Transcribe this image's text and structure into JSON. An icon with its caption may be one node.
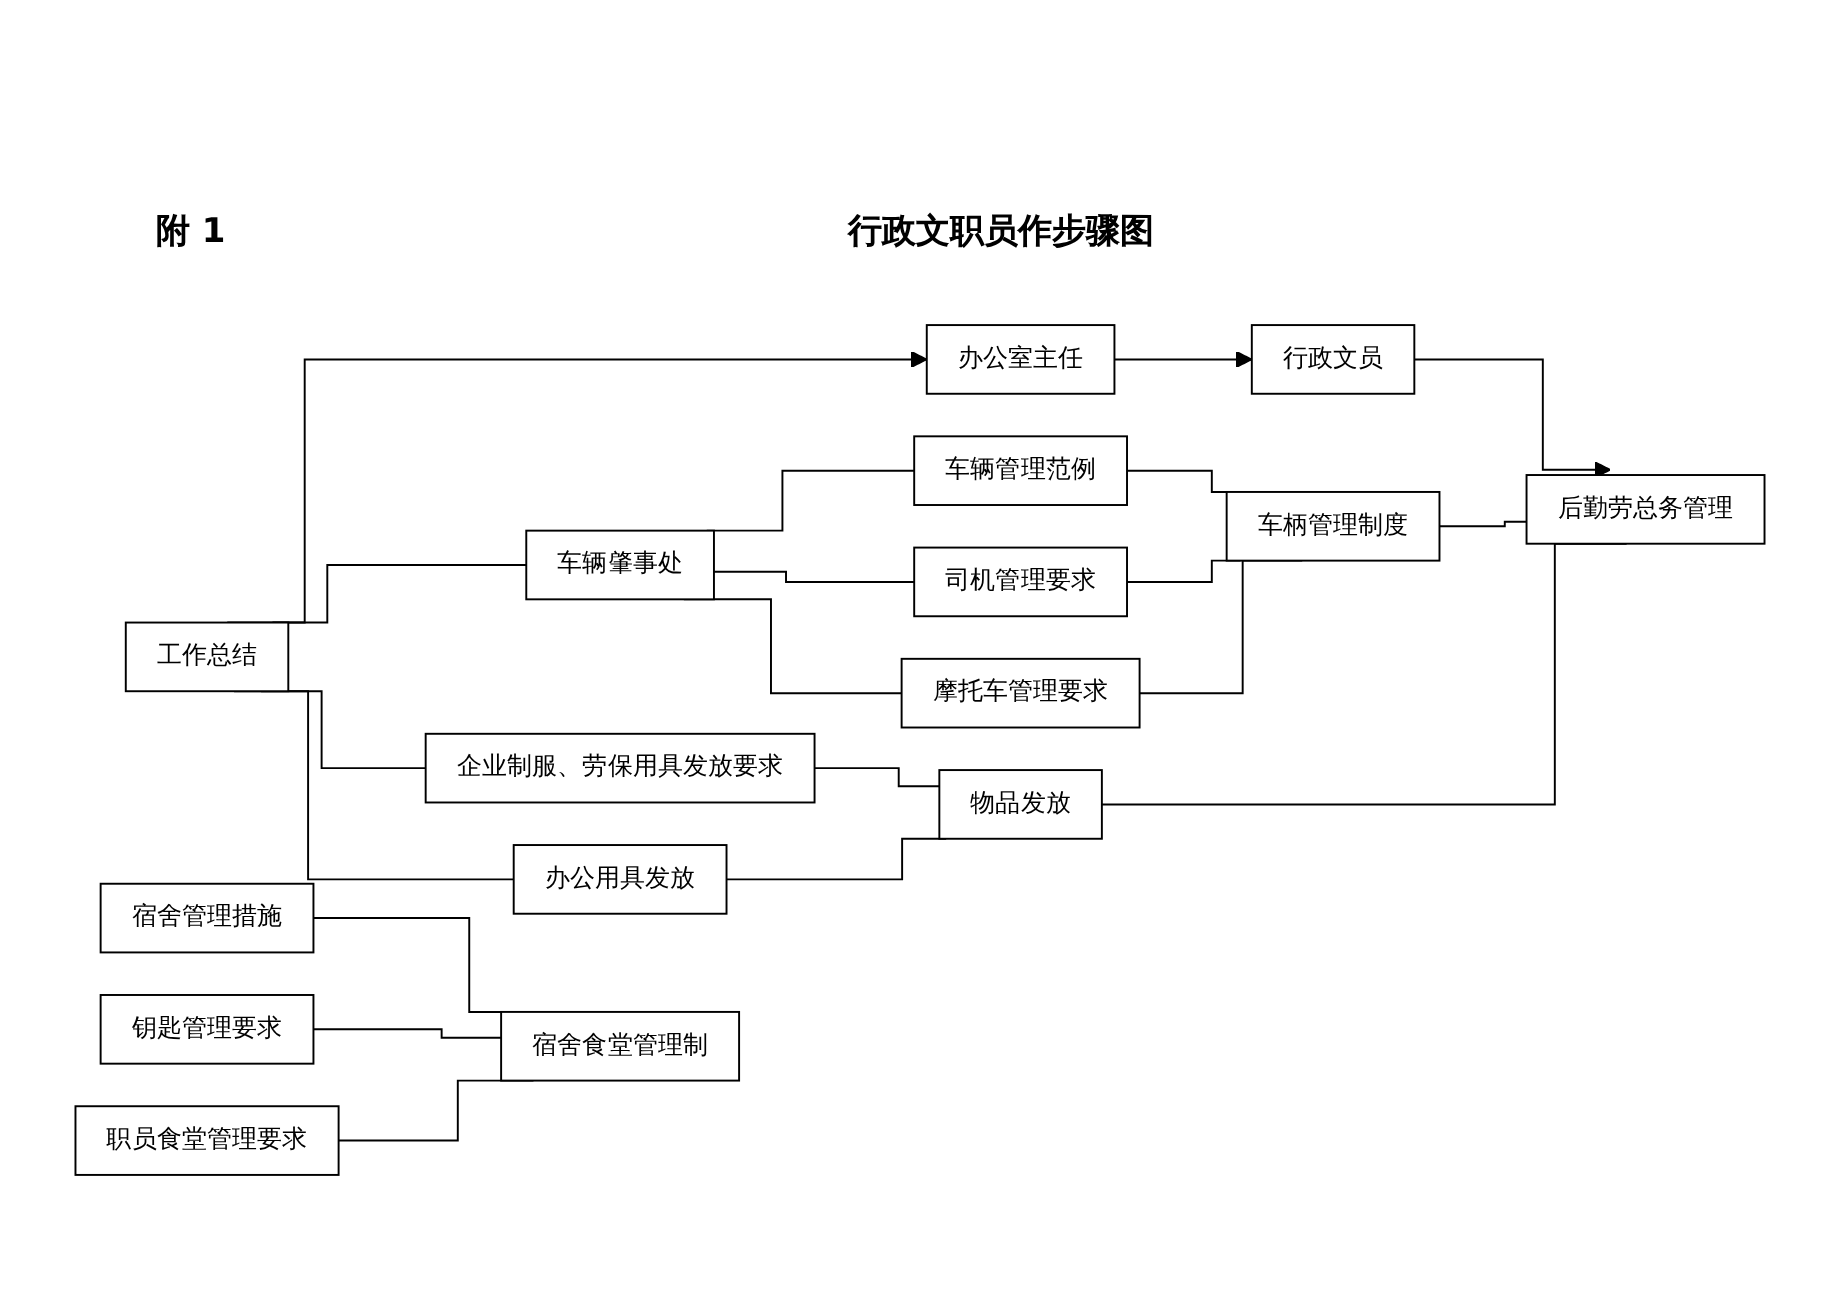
{
  "diagram": {
    "title": "行政文职员作步骤图",
    "nodes": [
      {
        "text": [
          "办公室主任"
        ]
      },
      {
        "text": [
          "行政文员"
        ]
      },
      {
        "text": [
          "后勤劳总务管理"
        ]
      },
      {
        "text": [
          "工作总结"
        ]
      },
      {
        "text": [
          "车辆肇事处"
        ]
      },
      {
        "text": [
          "车辆管理范例"
        ]
      },
      {
        "text": [
          "司机管理要求"
        ]
      },
      {
        "text": [
          "摩托车管理要求"
        ]
      },
      {
        "text": [
          "宿舍管理措施"
        ]
      },
      {
        "text": [
          "钥匙管理要求"
        ]
      },
      {
        "text": [
          "职员食堂管理要求"
        ]
      },
      {
        "text": [
          "企业制服、劳保用具发放要求"
        ]
      },
      {
        "text": [
          "办公用具发放"
        ]
      },
      {
        "text": [
          "车柄管理制度"
        ]
      },
      {
        "text": [
          "宿舍食堂管理制"
        ]
      },
      {
        "text": [
          "物品发放"
        ]
      }
    ],
    "edges": [
      {
        "from": 0,
        "to": 1,
        "arrow": "to"
      },
      {
        "from": 1,
        "to": 2,
        "arrow": "to"
      },
      {
        "from": 3,
        "to": 0,
        "arrow": "to"
      },
      {
        "from": 3,
        "to": 4,
        "arrow": "none"
      },
      {
        "from": 3,
        "to": 11,
        "arrow": "none"
      },
      {
        "from": 3,
        "to": 12,
        "arrow": "none"
      },
      {
        "from": 4,
        "to": 5,
        "arrow": "none"
      },
      {
        "from": 4,
        "to": 6,
        "arrow": "none"
      },
      {
        "from": 4,
        "to": 7,
        "arrow": "none"
      },
      {
        "from": 5,
        "to": 13,
        "arrow": "none"
      },
      {
        "from": 6,
        "to": 13,
        "arrow": "none"
      },
      {
        "from": 7,
        "to": 13,
        "arrow": "none"
      },
      {
        "from": 8,
        "to": 14,
        "arrow": "none"
      },
      {
        "from": 9,
        "to": 14,
        "arrow": "none"
      },
      {
        "from": 10,
        "to": 14,
        "arrow": "none"
      },
      {
        "from": 11,
        "to": 15,
        "arrow": "none"
      },
      {
        "from": 12,
        "to": 15,
        "arrow": "none"
      },
      {
        "from": 13,
        "to": 2,
        "arrow": "none"
      },
      {
        "from": 15,
        "to": 2,
        "arrow": "none"
      }
    ],
    "labels": [
      "附 1"
    ]
  }
}
